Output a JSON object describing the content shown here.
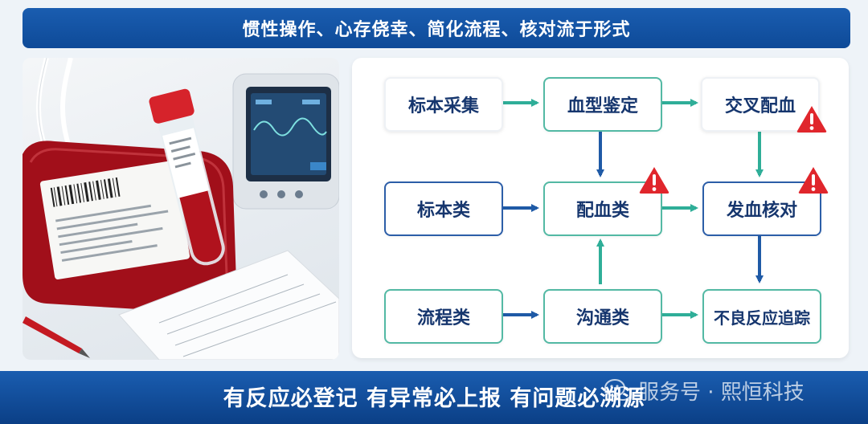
{
  "header": {
    "title": "惯性操作、心存侥幸、简化流程、核对流于形式"
  },
  "diagram": {
    "nodes": {
      "specimen_collection": "标本采集",
      "blood_typing": "血型鉴定",
      "crossmatch": "交叉配血",
      "specimen_category": "标本类",
      "matching_category": "配血类",
      "blood_issue_check": "发血核对",
      "process_category": "流程类",
      "communication_category": "沟通类",
      "adverse_reaction_tracking": "不良反应追踪"
    },
    "warnings": [
      "crossmatch",
      "matching_category",
      "blood_issue_check"
    ],
    "colors": {
      "blue_arrow": "#1f5aa6",
      "green_arrow": "#2fae98",
      "warning": "#e0262c"
    }
  },
  "footer": {
    "slogan": "有反应必登记 有异常必上报 有问题必溯源",
    "watermark": "服务号 · 熙恒科技"
  }
}
